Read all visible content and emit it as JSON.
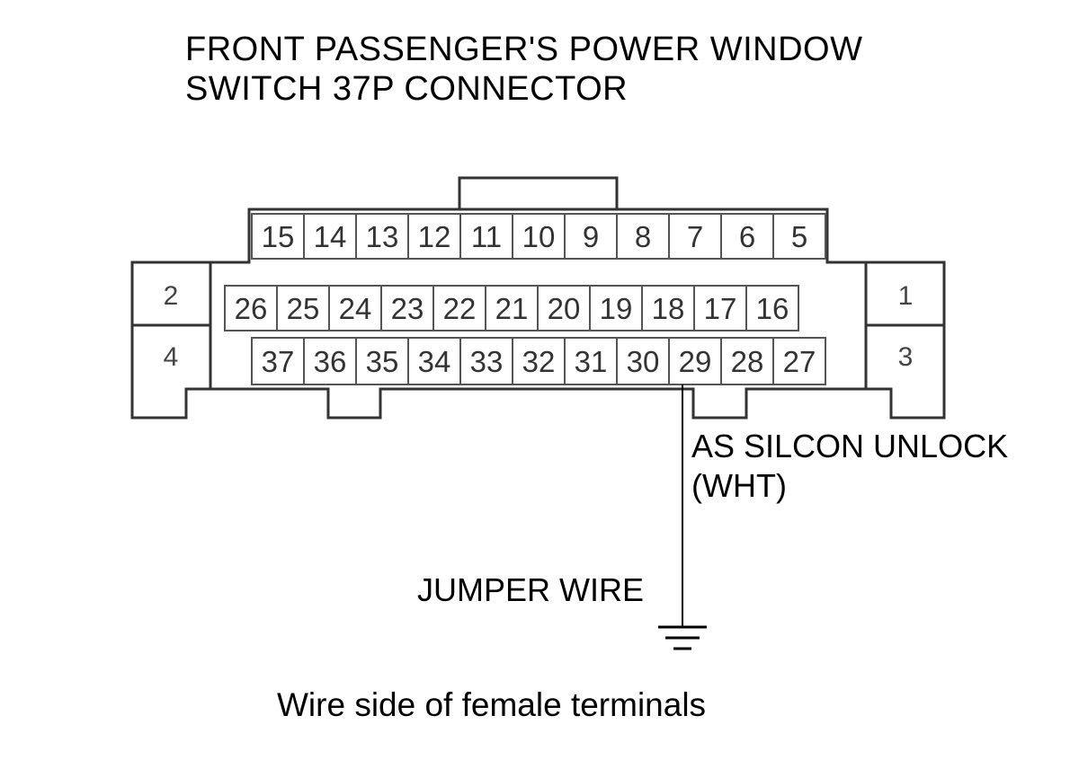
{
  "title": {
    "line1": "FRONT PASSENGER'S POWER WINDOW",
    "line2": "SWITCH 37P CONNECTOR"
  },
  "connector": {
    "top_row": [
      "15",
      "14",
      "13",
      "12",
      "11",
      "10",
      "9",
      "8",
      "7",
      "6",
      "5"
    ],
    "middle_row": [
      "26",
      "25",
      "24",
      "23",
      "22",
      "21",
      "20",
      "19",
      "18",
      "17",
      "16"
    ],
    "bottom_row": [
      "37",
      "36",
      "35",
      "34",
      "33",
      "32",
      "31",
      "30",
      "29",
      "28",
      "27"
    ],
    "left_column": [
      "2",
      "4"
    ],
    "right_column": [
      "1",
      "3"
    ]
  },
  "wire": {
    "terminal": "29",
    "label_line1": "AS SILCON UNLOCK",
    "label_line2": "(WHT)"
  },
  "jumper_label": "JUMPER WIRE",
  "ground_icon": "ground-symbol-icon",
  "caption": "Wire side of female terminals"
}
